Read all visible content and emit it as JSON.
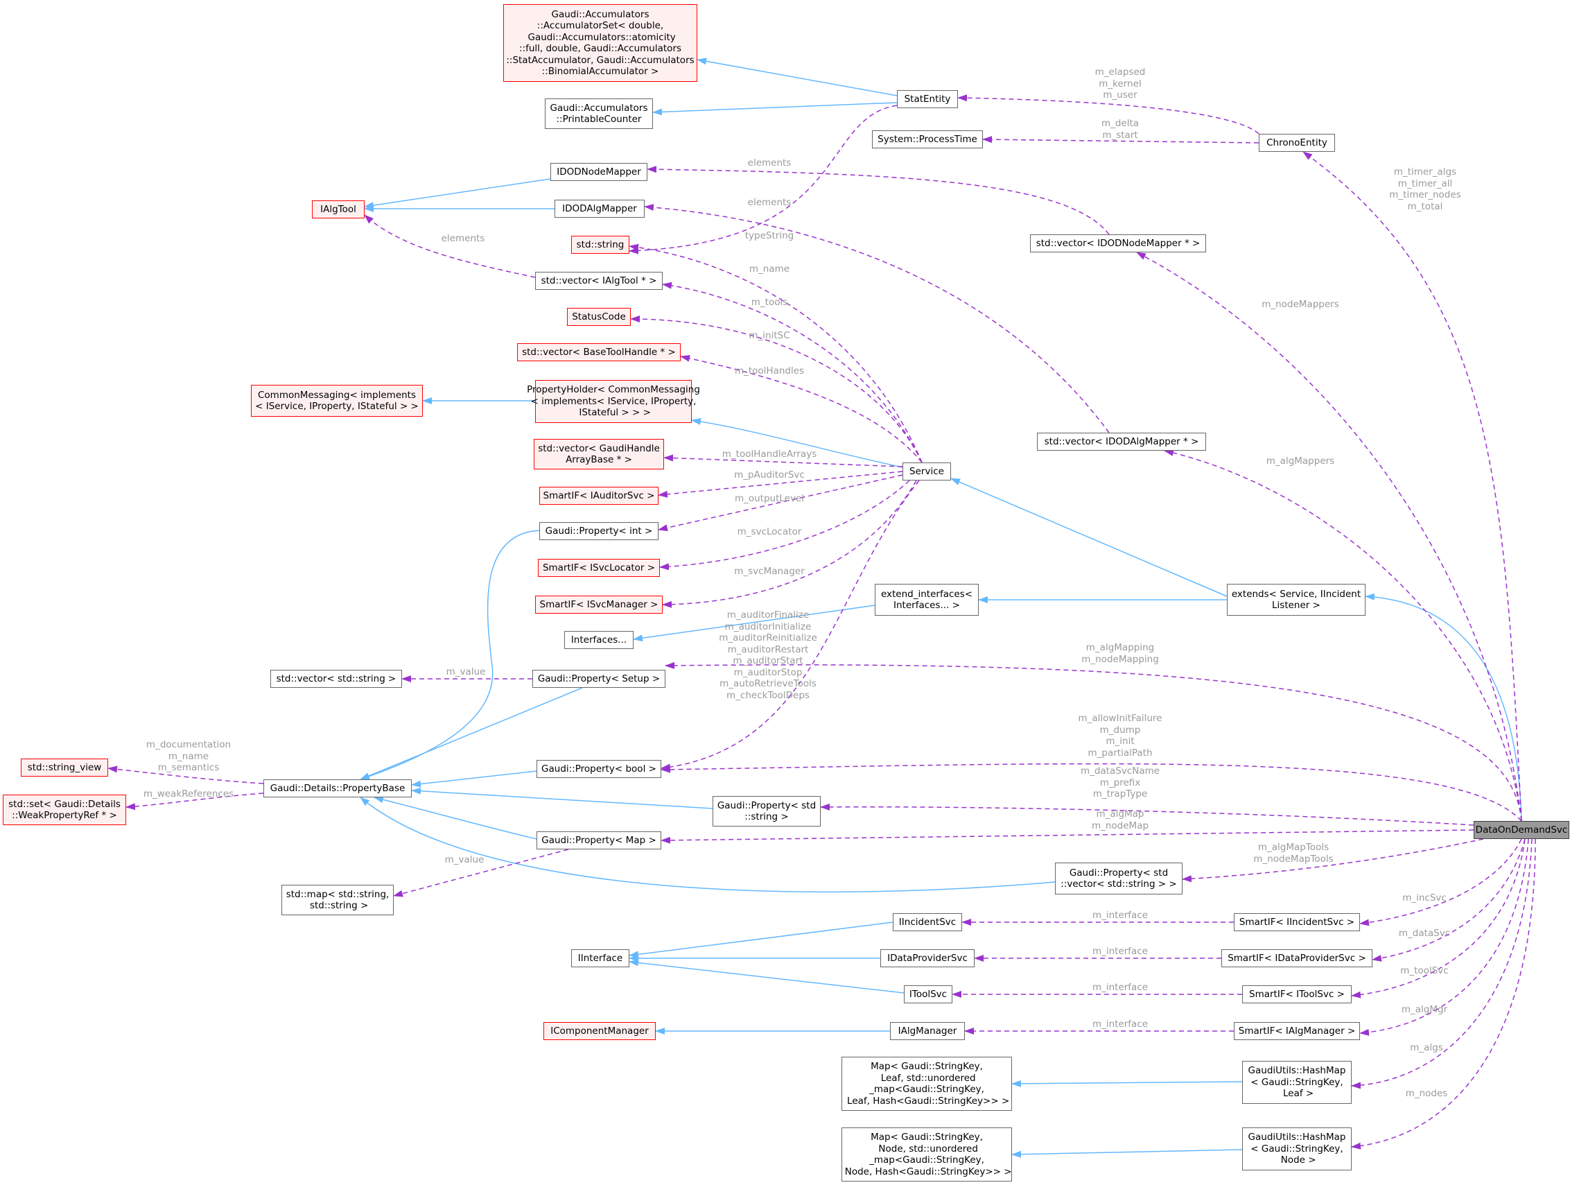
{
  "colors": {
    "inheritance_edge": "#63b8ff",
    "usage_edge": "#9a32cd",
    "edge_label": "#9a9a9a",
    "node_border": "#666666",
    "undocumented_border": "#ff0000",
    "undocumented_fill": "#fff0f0",
    "root_fill": "#999999"
  },
  "nodes": {
    "accumulatorset": "Gaudi::Accumulators\n::AccumulatorSet< double,\n Gaudi::Accumulators::atomicity\n::full, double, Gaudi::Accumulators\n::StatAccumulator, Gaudi::Accumulators\n::BinomialAccumulator >",
    "printablecounter": "Gaudi::Accumulators\n::PrintableCounter",
    "statentity": "StatEntity",
    "processtime": "System::ProcessTime",
    "chronoentity": "ChronoEntity",
    "idodnodemapper": "IDODNodeMapper",
    "idodalgmapper": "IDODAlgMapper",
    "ialgtool": "IAlgTool",
    "stdstring": "std::string",
    "vec_nodemapper": "std::vector< IDODNodeMapper * >",
    "vec_ialgtool": "std::vector< IAlgTool * >",
    "statuscode": "StatusCode",
    "vec_basetoolhandle": "std::vector< BaseToolHandle * >",
    "commonmessaging": "CommonMessaging< implements\n< IService, IProperty, IStateful > >",
    "propertyholder": "PropertyHolder< CommonMessaging\n< implements< IService, IProperty,\n IStateful > > >",
    "vec_algmapper": "std::vector< IDODAlgMapper * >",
    "vec_gaudihandle": "std::vector< GaudiHandle\nArrayBase * >",
    "service": "Service",
    "smartif_auditorsvc": "SmartIF< IAuditorSvc >",
    "property_int": "Gaudi::Property< int >",
    "smartif_svclocator": "SmartIF< ISvcLocator >",
    "smartif_svcmanager": "SmartIF< ISvcManager >",
    "extend_interfaces": "extend_interfaces<\nInterfaces... >",
    "extends_service": "extends< Service, IIncident\nListener >",
    "interfaces": "Interfaces...",
    "vec_stdstring": "std::vector< std::string >",
    "property_setup": "Gaudi::Property< Setup >",
    "string_view": "std::string_view",
    "propertybase": "Gaudi::Details::PropertyBase",
    "property_bool": "Gaudi::Property< bool >",
    "set_weakref": "std::set< Gaudi::Details\n::WeakPropertyRef * >",
    "property_stdstring": "Gaudi::Property< std\n::string >",
    "dataondemandsvc": "DataOnDemandSvc",
    "property_map": "Gaudi::Property< Map >",
    "property_vecstring": "Gaudi::Property< std\n::vector< std::string > >",
    "map_string": "std::map< std::string,\n std::string >",
    "iincidentsvc": "IIncidentSvc",
    "smartif_incidentsvc": "SmartIF< IIncidentSvc >",
    "iinterface": "IInterface",
    "idataprovidersvc": "IDataProviderSvc",
    "smartif_dataprovidersvc": "SmartIF< IDataProviderSvc >",
    "itoolsvc": "IToolSvc",
    "smartif_toolsvc": "SmartIF< IToolSvc >",
    "icomponentmanager": "IComponentManager",
    "ialgmanager": "IAlgManager",
    "smartif_algmanager": "SmartIF< IAlgManager >",
    "map_leaf": "Map< Gaudi::StringKey,\n Leaf, std::unordered\n_map<Gaudi::StringKey,\n Leaf, Hash<Gaudi::StringKey>> >",
    "hashmap_leaf": "GaudiUtils::HashMap\n< Gaudi::StringKey,\n Leaf >",
    "map_node": "Map< Gaudi::StringKey,\n Node, std::unordered\n_map<Gaudi::StringKey,\n Node, Hash<Gaudi::StringKey>> >",
    "hashmap_node": "GaudiUtils::HashMap\n< Gaudi::StringKey,\n Node >"
  },
  "edge_labels": {
    "chrono_stat": "m_elapsed\nm_kernel\nm_user",
    "chrono_processtime": "m_delta\nm_start",
    "svc_chrono": "m_timer_algs\nm_timer_all\nm_timer_nodes\nm_total",
    "vec_nodemapper_elements": "elements",
    "vec_algmapper_elements": "elements",
    "vec_ialgtool_elements": "elements",
    "stat_typestring": "typeString",
    "service_name": "m_name",
    "service_tools": "m_tools",
    "service_initsc": "m_initSC",
    "service_toolhandles": "m_toolHandles",
    "svc_nodemappers": "m_nodeMappers",
    "svc_algmappers": "m_algMappers",
    "service_toolhandlearrays": "m_toolHandleArrays",
    "service_pauditorsvc": "m_pAuditorSvc",
    "service_outputlevel": "m_outputLevel",
    "service_svclocator": "m_svcLocator",
    "service_svcmanager": "m_svcManager",
    "service_bools": "m_auditorFinalize\nm_auditorInitialize\nm_auditorReinitialize\nm_auditorRestart\nm_auditorStart\nm_auditorStop\nm_autoRetrieveTools\nm_checkToolDeps",
    "svc_setup": "m_algMapping\nm_nodeMapping",
    "setup_value": "m_value",
    "svc_bools": "m_allowInitFailure\nm_dump\nm_init\nm_partialPath",
    "base_strview": "m_documentation\nm_name\nm_semantics",
    "base_weakref": "m_weakReferences",
    "svc_stdstring": "m_dataSvcName\nm_prefix\nm_trapType",
    "svc_map": "m_algMap\nm_nodeMap",
    "map_value": "m_value",
    "svc_vecstring": "m_algMapTools\nm_nodeMapTools",
    "svc_incsvc": "m_incSvc",
    "incident_interface": "m_interface",
    "svc_datasvc": "m_dataSvc",
    "dataprovider_interface": "m_interface",
    "svc_toolsvc": "m_toolSvc",
    "toolsvc_interface": "m_interface",
    "svc_algmgr": "m_algMgr",
    "algmanager_interface": "m_interface",
    "svc_algs": "m_algs",
    "svc_nodes": "m_nodes"
  }
}
